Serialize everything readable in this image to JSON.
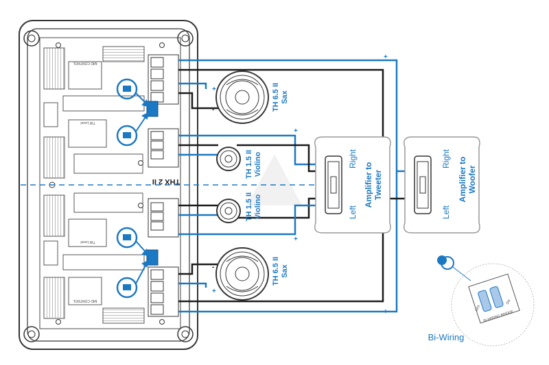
{
  "crossover": {
    "model_label": "THX 2 II",
    "board_labels": [
      "MID CONTROL",
      "TW Level",
      "TW Level",
      "MID CONTROL"
    ]
  },
  "speakers": {
    "top_woofer": {
      "name": "TH 6.5 II",
      "type": "Sax"
    },
    "top_tweeter": {
      "name": "TH 1.5 II",
      "type": "Violino"
    },
    "bottom_tweeter": {
      "name": "TH 1.5 II",
      "type": "Violino"
    },
    "bottom_woofer": {
      "name": "TH 6.5 II",
      "type": "Sax"
    }
  },
  "amplifiers": {
    "tweeter": {
      "title_line1": "Amplifier to",
      "title_line2": "Tweeter",
      "right": "Right",
      "left": "Left"
    },
    "woofer": {
      "title_line1": "Amplifier to",
      "title_line2": "Woofer",
      "right": "Right",
      "left": "Left"
    }
  },
  "polarity": {
    "plus": "+",
    "minus": "-"
  },
  "inset": {
    "caption": "Bi-Wiring",
    "bridge_label": "BI-WIRING BRIDGE",
    "on": "ON",
    "off": "OFF"
  },
  "colors": {
    "blue_wire": "#1b78c2",
    "black_wire": "#1a1a1a",
    "outline": "#333333",
    "gray": "#8c8c8c"
  }
}
